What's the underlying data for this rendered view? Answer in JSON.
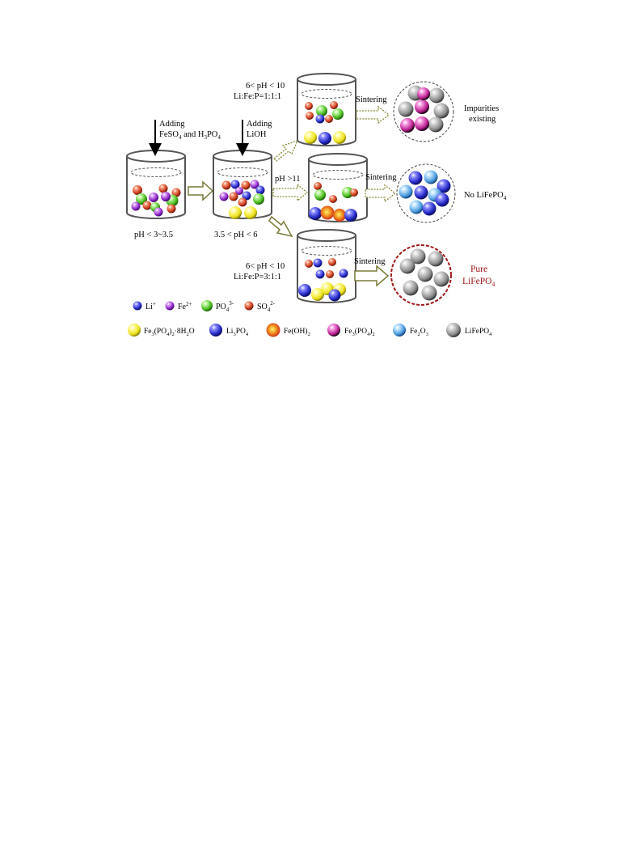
{
  "labels": {
    "adding1_line1": "Adding",
    "adding1_line2_a": "FeSO",
    "adding1_line2_sub1": "4",
    "adding1_line2_b": " and H",
    "adding1_line2_sub2": "3",
    "adding1_line2_c": "PO",
    "adding1_line2_sub3": "4",
    "adding2_line1": "Adding",
    "adding2_line2": "LiOH",
    "ph_start": "pH < 3~3.5",
    "ph_mid": "3.5 < pH < 6",
    "top_cond_line1": "6< pH < 10",
    "top_cond_line2": "Li:Fe:P=1:1:1",
    "mid_cond": "pH >11",
    "bot_cond_line1": "6< pH < 10",
    "bot_cond_line2": "Li:Fe:P=3:1:1",
    "sintering": "Sintering",
    "result_top_line1": "Impurities",
    "result_top_line2": "existing",
    "result_mid_a": "No LiFePO",
    "result_mid_sub": "4",
    "result_bot_line1": "Pure",
    "result_bot_line2_a": "LiFePO",
    "result_bot_line2_sub": "4"
  },
  "legend": {
    "row1": [
      {
        "name": "Li",
        "sup": "+",
        "color": "#2b2bd0"
      },
      {
        "name": "Fe",
        "sup": "2+",
        "color": "#9b2fd6"
      },
      {
        "name": "PO",
        "sub": "4",
        "sup": "3-",
        "color": "#5ccc2a"
      },
      {
        "name": "SO",
        "sub": "4",
        "sup": "2-",
        "color": "#d0441c"
      }
    ],
    "row2": [
      {
        "name": "Fe3(PO4)2·8H2O",
        "color": "#f2ec1a"
      },
      {
        "name": "Li3PO4",
        "color": "#2630c8"
      },
      {
        "name": "Fe(OH)2",
        "color": "#e8641a"
      },
      {
        "name": "Fe3(PO4)2",
        "color": "#c41e9a"
      },
      {
        "name": "Fe2O3",
        "color": "#4aa2e0"
      },
      {
        "name": "LiFePO4",
        "color": "#9a9a9a"
      }
    ]
  },
  "colors": {
    "li": "#2b2bd0",
    "fe": "#9b2fd6",
    "po4": "#5ccc2a",
    "so4": "#d0441c",
    "fe3po4_hydrate": "#f2ec1a",
    "li3po4": "#2630c8",
    "feoh2": "#e8641a",
    "fe3po4": "#c41e9a",
    "fe2o3": "#4aa2e0",
    "lifepo4": "#9a9a9a",
    "arrow": "#7a7a3a",
    "pure_label": "#a01818"
  }
}
